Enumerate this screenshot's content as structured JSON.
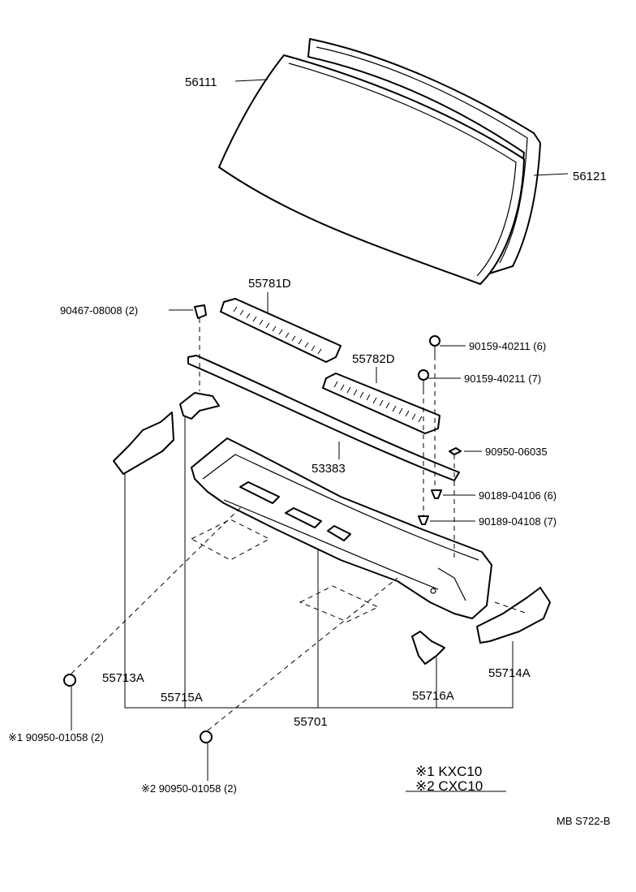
{
  "labels": {
    "p56111": "56111",
    "p56121": "56121",
    "p55781D": "55781D",
    "p90467": "90467-08008 (2)",
    "p90159a": "90159-40211 (6)",
    "p55782D": "55782D",
    "p90159b": "90159-40211 (7)",
    "p90950_06035": "90950-06035",
    "p53383": "53383",
    "p90189a": "90189-04106 (6)",
    "p90189b": "90189-04108 (7)",
    "p55713A": "55713A",
    "p55714A": "55714A",
    "p55715A": "55715A",
    "p55716A": "55716A",
    "p55701": "55701",
    "p90950_01058_1": "※1  90950-01058 (2)",
    "p90950_01058_2": "※2  90950-01058 (2)"
  },
  "legend": {
    "row1": "※1  KXC10",
    "row2": "※2  CXC10"
  },
  "ref_code": "MB S722-B"
}
